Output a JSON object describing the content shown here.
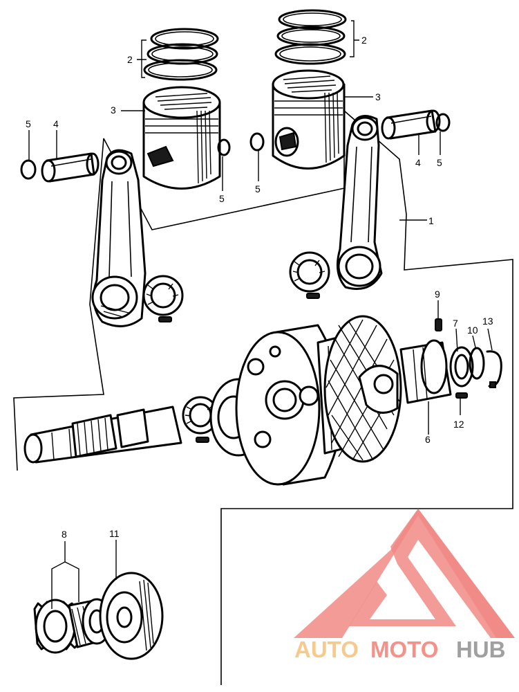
{
  "diagram": {
    "callouts": [
      "1",
      "2",
      "2",
      "3",
      "3",
      "4",
      "4",
      "5",
      "5",
      "5",
      "5",
      "6",
      "7",
      "8",
      "9",
      "10",
      "11",
      "12",
      "13"
    ],
    "groups": [
      "pistons-and-rings",
      "connecting-rods",
      "crankshaft",
      "primary-drive-gears"
    ]
  },
  "watermark": {
    "part1": "AUTO",
    "part2": "MOTO",
    "part3": "HUB",
    "color_auto": "#f6c98c",
    "color_moto": "#f4928a",
    "color_hub": "#a0a0a0",
    "logo_color": "#f07c78"
  }
}
